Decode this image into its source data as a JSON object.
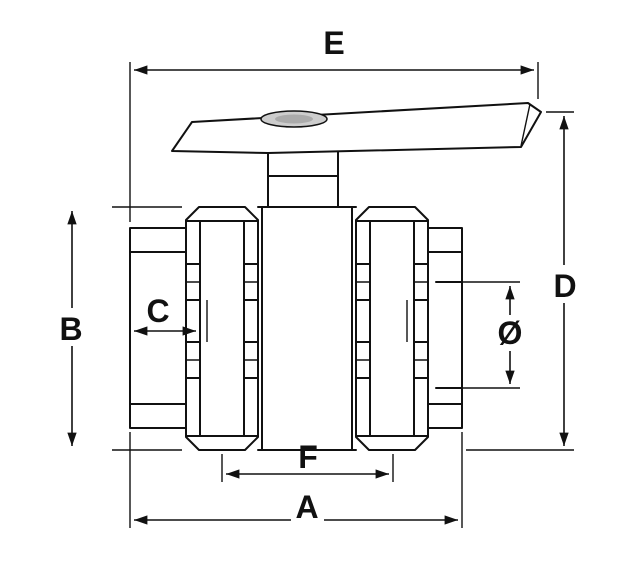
{
  "figure": {
    "colors": {
      "line": "#111111",
      "background": "#ffffff",
      "grip_highlight": "#cdcdcd"
    },
    "labels": {
      "E": "E",
      "D": "D",
      "B": "B",
      "C": "C",
      "diameter": "Ø",
      "F": "F",
      "A": "A"
    }
  }
}
